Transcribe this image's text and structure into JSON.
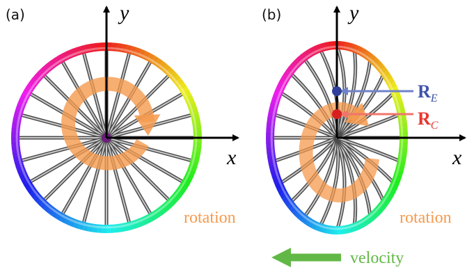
{
  "panels": [
    {
      "label": "(a)",
      "x_axis": "x",
      "y_axis": "y",
      "rotation_label": "rotation"
    },
    {
      "label": "(b)",
      "x_axis": "x",
      "y_axis": "y",
      "rotation_label": "rotation",
      "vectors": [
        {
          "main": "R",
          "sub": "E",
          "color": "#3f53a8"
        },
        {
          "main": "R",
          "sub": "C",
          "color": "#e8372f"
        }
      ],
      "velocity_label": "velocity"
    }
  ],
  "colors": {
    "rotation": "#f59a4e",
    "velocity": "#62b846",
    "axis": "#000000",
    "spoke": "#7a7a7a",
    "hub_a": "#6a1f7a",
    "point_e": "#2f3f9a",
    "point_c": "#d71f1f"
  }
}
